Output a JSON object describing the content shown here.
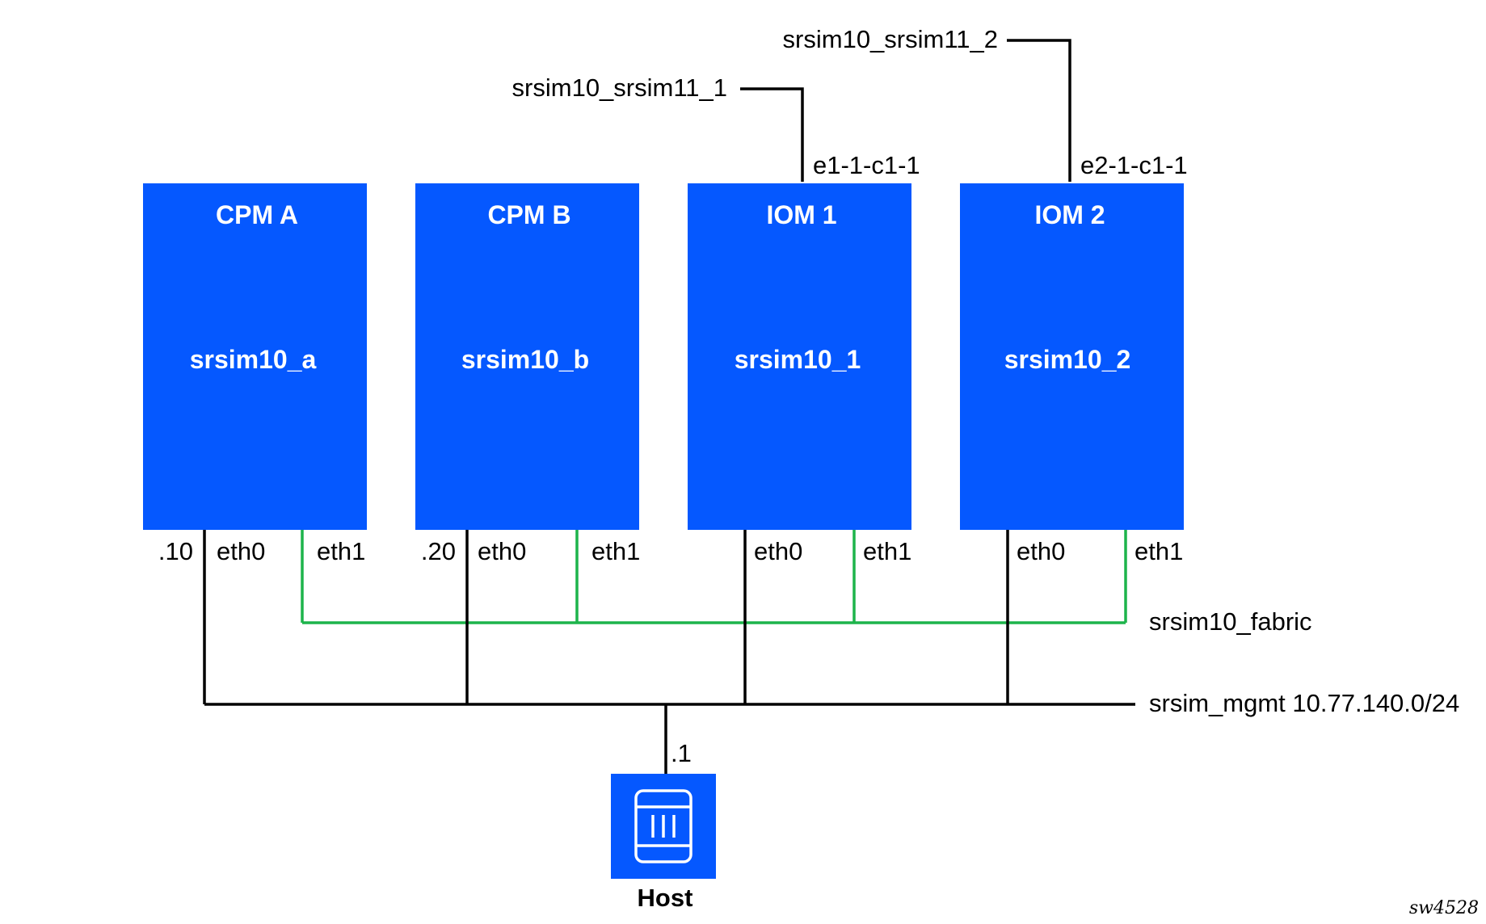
{
  "colors": {
    "card": "#0558ff",
    "fabric_line": "#1db44b",
    "mgmt_line": "#000000"
  },
  "cards": [
    {
      "id": "cpm-a",
      "title": "CPM A",
      "name": "srsim10_a",
      "addr": ".10",
      "eth0": "eth0",
      "eth1": "eth1"
    },
    {
      "id": "cpm-b",
      "title": "CPM B",
      "name": "srsim10_b",
      "addr": ".20",
      "eth0": "eth0",
      "eth1": "eth1"
    },
    {
      "id": "iom-1",
      "title": "IOM 1",
      "name": "srsim10_1",
      "eth0": "eth0",
      "eth1": "eth1",
      "port": "e1-1-c1-1",
      "uplink": "srsim10_srsim11_1"
    },
    {
      "id": "iom-2",
      "title": "IOM 2",
      "name": "srsim10_2",
      "eth0": "eth0",
      "eth1": "eth1",
      "port": "e2-1-c1-1",
      "uplink": "srsim10_srsim11_2"
    }
  ],
  "networks": {
    "fabric": "srsim10_fabric",
    "mgmt": "srsim_mgmt 10.77.140.0/24"
  },
  "host": {
    "label": "Host",
    "addr": ".1",
    "icon": "server-icon"
  },
  "figure_tag": "sw4528"
}
